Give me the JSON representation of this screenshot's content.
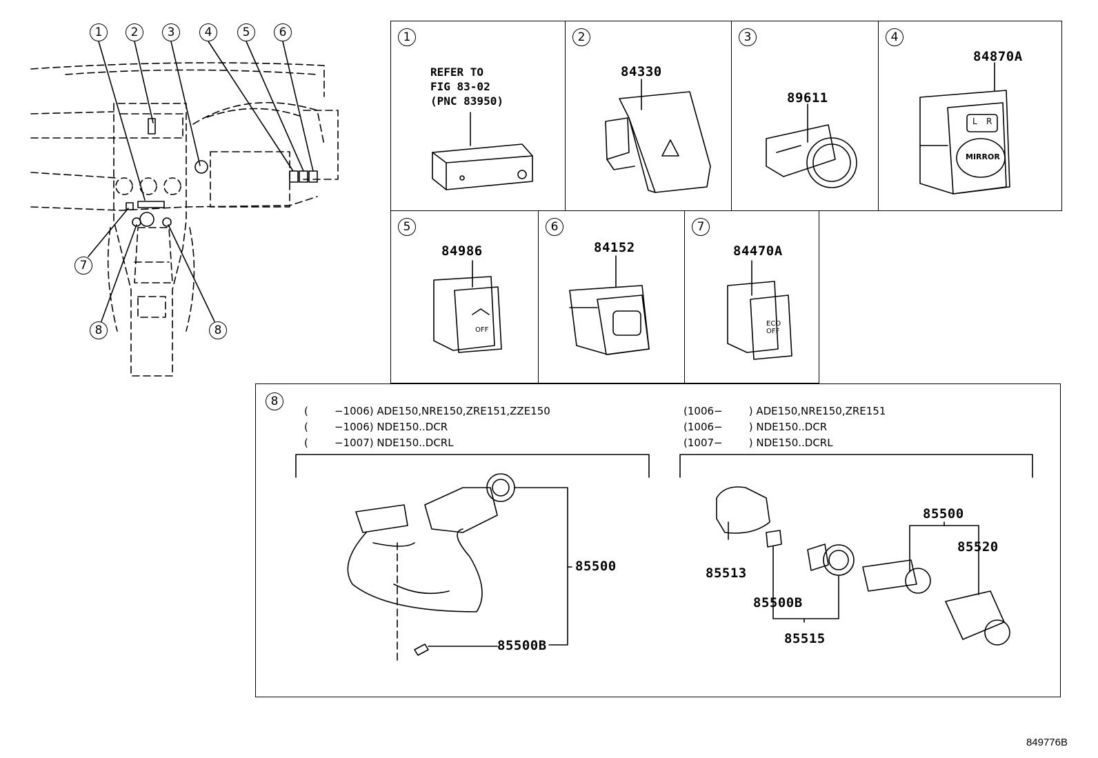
{
  "overview": {
    "callouts": [
      "1",
      "2",
      "3",
      "4",
      "5",
      "6",
      "7",
      "8",
      "8"
    ]
  },
  "panels": {
    "p1": {
      "num": "1",
      "note": "REFER TO\nFIG 83-02\n(PNC 83950)"
    },
    "p2": {
      "num": "2",
      "part": "84330"
    },
    "p3": {
      "num": "3",
      "part": "89611"
    },
    "p4": {
      "num": "4",
      "part": "84870A",
      "label": "MIRROR",
      "label_l": "L",
      "label_r": "R"
    },
    "p5": {
      "num": "5",
      "part": "84986",
      "label": "OFF"
    },
    "p6": {
      "num": "6",
      "part": "84152"
    },
    "p7": {
      "num": "7",
      "part": "84470A",
      "label": "ECO\nOFF"
    },
    "p8": {
      "num": "8",
      "left_conditions": [
        "(        −1006) ADE150,NRE150,ZRE151,ZZE150",
        "(        −1006) NDE150..DCR",
        "(        −1007) NDE150..DCRL"
      ],
      "right_conditions": [
        "(1006−        ) ADE150,NRE150,ZRE151",
        "(1006−        ) NDE150..DCR",
        "(1007−        ) NDE150..DCRL"
      ],
      "left_parts": {
        "a": "85500",
        "b": "85500B"
      },
      "right_parts": {
        "a": "85513",
        "b": "85500B",
        "c": "85515",
        "d": "85500",
        "e": "85520"
      }
    }
  },
  "footer": {
    "code": "849776B"
  }
}
